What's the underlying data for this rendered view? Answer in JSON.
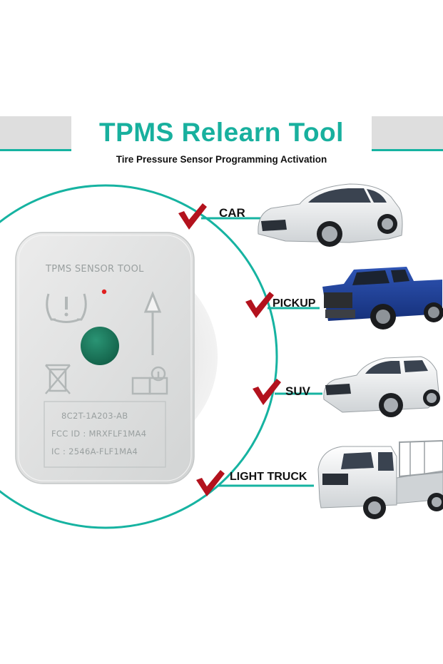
{
  "header": {
    "title": "TPMS Relearn Tool",
    "subtitle": "Tire Pressure Sensor Programming Activation"
  },
  "device": {
    "brand_text": "TPMS SENSOR TOOL",
    "label_lines": [
      "8C2T-1A203-AB",
      "FCC ID : MRXFLF1MA4",
      "IC : 2546A-FLF1MA4"
    ],
    "button_color": "#1a7a5e",
    "led_color": "#e02020"
  },
  "vehicles": [
    {
      "label": "CAR",
      "icon": "sedan-car-icon"
    },
    {
      "label": "PICKUP",
      "icon": "pickup-truck-icon"
    },
    {
      "label": "SUV",
      "icon": "suv-icon"
    },
    {
      "label": "LIGHT TRUCK",
      "icon": "light-truck-icon"
    }
  ],
  "colors": {
    "accent": "#18b09e",
    "check": "#b3121d",
    "banner_gray": "#dedede"
  }
}
